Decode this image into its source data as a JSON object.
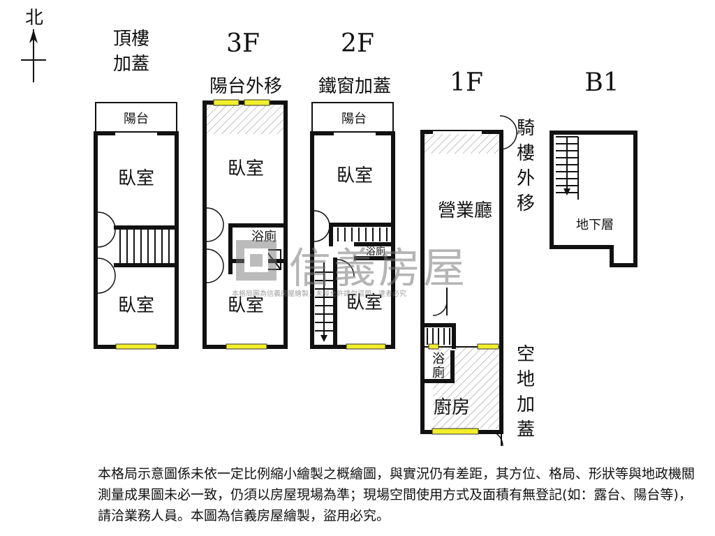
{
  "compass": {
    "north_label": "北"
  },
  "floors": {
    "roof": {
      "title_line1": "頂樓",
      "title_line2": "加蓋",
      "balcony": "陽台",
      "room_top": "臥室",
      "room_bottom": "臥室"
    },
    "f3": {
      "title": "3F",
      "note": "陽台外移",
      "room_top": "臥室",
      "bath": "浴廁",
      "room_bottom": "臥室"
    },
    "f2": {
      "title": "2F",
      "note": "鐵窗加蓋",
      "balcony": "陽台",
      "room_top": "臥室",
      "bath": "浴廁",
      "room_bottom": "臥室"
    },
    "f1": {
      "title": "1F",
      "side_note_top": [
        "騎",
        "樓",
        "外",
        "移"
      ],
      "hall": "營業廳",
      "bath": [
        "浴",
        "廁"
      ],
      "kitchen": "廚房",
      "side_note_bottom": [
        "空",
        "地",
        "加",
        "蓋"
      ]
    },
    "b1": {
      "title": "B1",
      "basement": "地下層"
    }
  },
  "watermark": {
    "brand": "信義房屋",
    "note": "本格局圖為信義房屋繪製，未經允許請勿盜用，違者必究"
  },
  "disclaimer": "本格局示意圖係未依一定比例縮小繪製之概繪圖，與實況仍有差距，其方位、格局、形狀等與地政機關測量成果圖未必一致，仍須以房屋現場為準；現場空間使用方式及面積有無登記(如：露台、陽台等)，請洽業務人員。本圖為信義房屋繪製，盜用必究。",
  "colors": {
    "window": "#f2ef2a",
    "wall": "#111111",
    "watermark": "#787878"
  }
}
